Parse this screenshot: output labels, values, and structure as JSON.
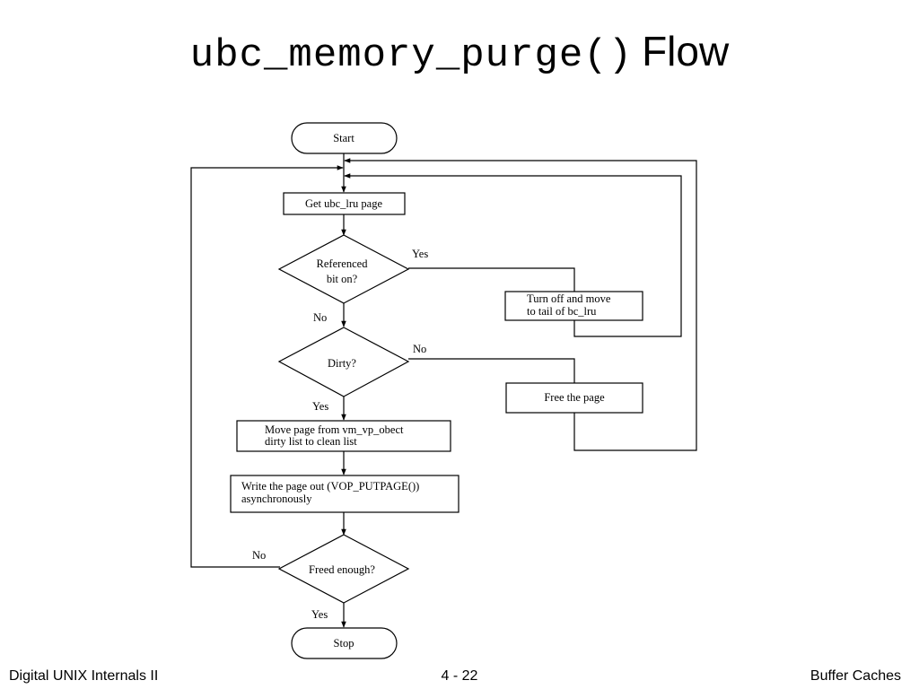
{
  "title": {
    "code": "ubc_memory_purge()",
    "word": "Flow"
  },
  "flow": {
    "start": "Start",
    "get_page": "Get ubc_lru page",
    "referenced": [
      "Referenced",
      "bit on?"
    ],
    "turn_off": [
      "Turn off and move",
      "to tail of bc_lru"
    ],
    "dirty": "Dirty?",
    "free_page": "Free the page",
    "move_page": [
      "Move page from vm_vp_obect",
      "dirty list to clean list"
    ],
    "write_page": [
      "Write the page out (VOP_PUTPAGE())",
      "asynchronously"
    ],
    "freed_enough": "Freed enough?",
    "stop": "Stop",
    "labels": {
      "referenced_yes": "Yes",
      "referenced_no": "No",
      "dirty_no": "No",
      "dirty_yes": "Yes",
      "freed_no": "No",
      "freed_yes": "Yes"
    }
  },
  "footer": {
    "left": "Digital UNIX Internals II",
    "center": "4 - 22",
    "right": "Buffer Caches"
  }
}
